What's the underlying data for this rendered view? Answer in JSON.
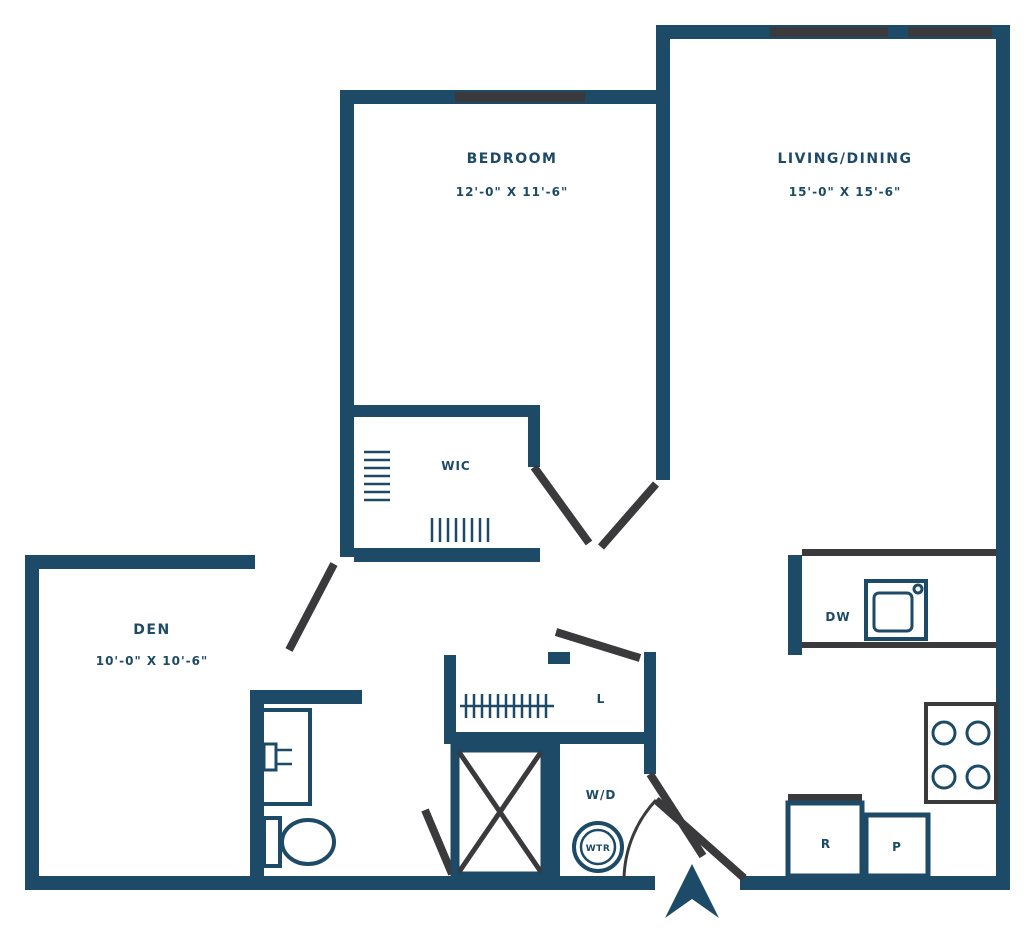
{
  "colors": {
    "wall": "#1d4a66",
    "accent": "#3a3a3c",
    "background": "#ffffff"
  },
  "rooms": {
    "bedroom": {
      "label": "BEDROOM",
      "dimensions": "12'-0\" X 11'-6\""
    },
    "living_dining": {
      "label": "LIVING/DINING",
      "dimensions": "15'-0\" X 15'-6\""
    },
    "den": {
      "label": "DEN",
      "dimensions": "10'-0\" X 10'-6\""
    },
    "walk_in_closet": {
      "label": "WIC"
    },
    "linen_closet": {
      "label": "L"
    },
    "laundry": {
      "label": "W/D"
    },
    "water_heater": {
      "label": "WTR"
    },
    "dishwasher": {
      "label": "DW"
    },
    "refrigerator": {
      "label": "R"
    },
    "pantry": {
      "label": "P"
    }
  }
}
